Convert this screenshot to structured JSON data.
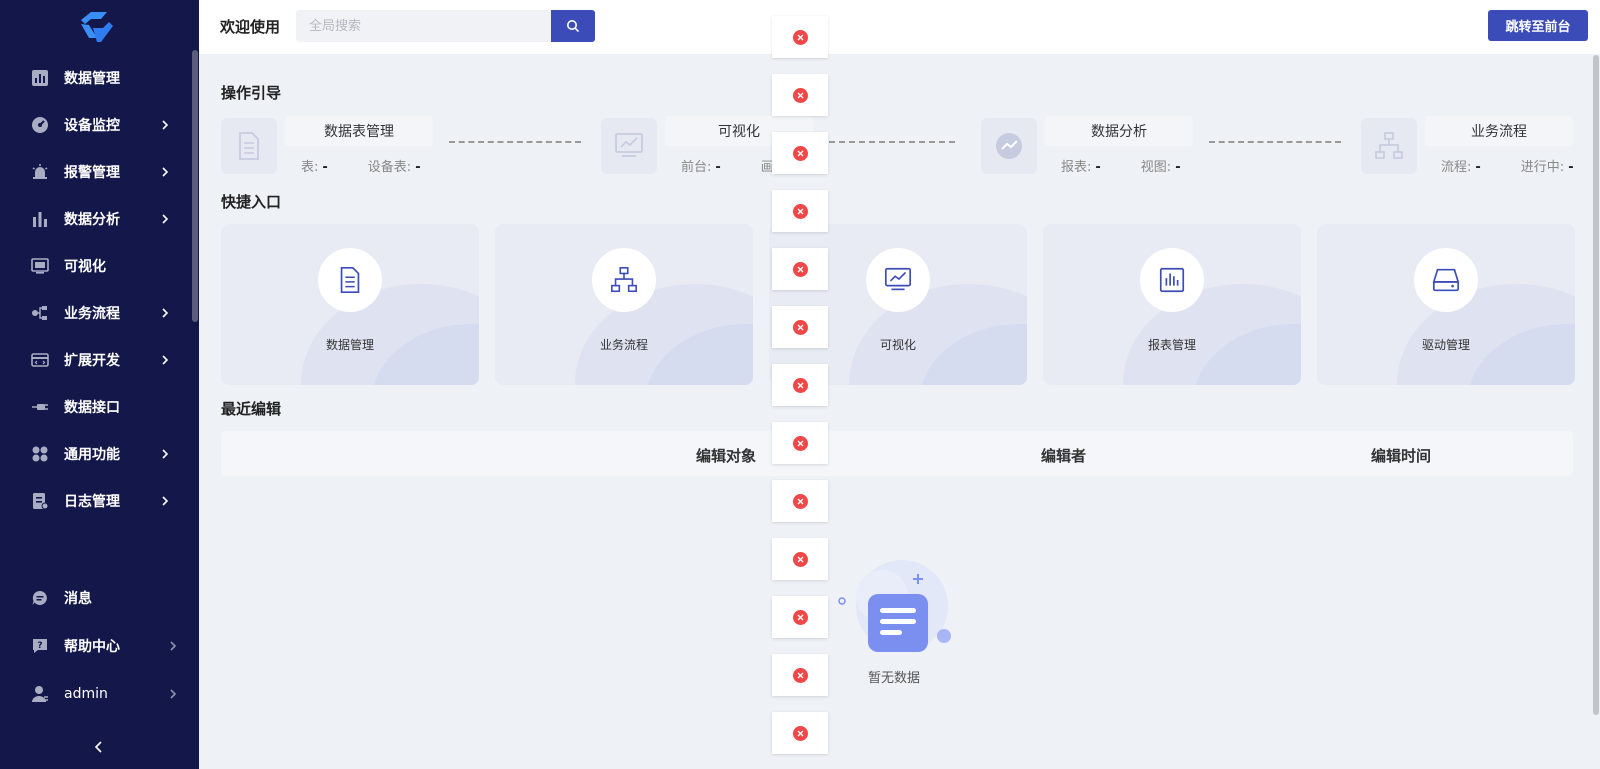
{
  "sidebar": {
    "items": [
      {
        "label": "数据管理",
        "icon": "bar-chart-box-icon",
        "has_arrow": false
      },
      {
        "label": "设备监控",
        "icon": "gauge-icon",
        "has_arrow": true
      },
      {
        "label": "报警管理",
        "icon": "alarm-light-icon",
        "has_arrow": true
      },
      {
        "label": "数据分析",
        "icon": "bar-chart-icon",
        "has_arrow": true
      },
      {
        "label": "可视化",
        "icon": "monitor-icon",
        "has_arrow": false
      },
      {
        "label": "业务流程",
        "icon": "flow-icon",
        "has_arrow": true
      },
      {
        "label": "扩展开发",
        "icon": "code-card-icon",
        "has_arrow": true
      },
      {
        "label": "数据接口",
        "icon": "plug-icon",
        "has_arrow": false
      },
      {
        "label": "通用功能",
        "icon": "apps-grid-icon",
        "has_arrow": true
      },
      {
        "label": "日志管理",
        "icon": "log-icon",
        "has_arrow": true
      }
    ],
    "bottom_items": [
      {
        "label": "消息",
        "icon": "message-icon",
        "has_arrow": false
      },
      {
        "label": "帮助中心",
        "icon": "help-icon",
        "has_arrow": true
      },
      {
        "label": "admin",
        "icon": "user-icon",
        "has_arrow": true
      }
    ]
  },
  "header": {
    "welcome": "欢迎使用",
    "search_placeholder": "全局搜索",
    "jump_button": "跳转至前台"
  },
  "guide": {
    "title": "操作引导",
    "steps": [
      {
        "name": "数据表管理",
        "icon": "document-icon",
        "stats": [
          {
            "label": "表:",
            "value": "-"
          },
          {
            "label": "设备表:",
            "value": "-"
          }
        ]
      },
      {
        "name": "可视化",
        "icon": "monitor-chart-icon",
        "stats": [
          {
            "label": "前台:",
            "value": "-"
          },
          {
            "label": "画",
            "value": ""
          }
        ]
      },
      {
        "name": "数据分析",
        "icon": "trend-circle-icon",
        "stats": [
          {
            "label": "报表:",
            "value": "-"
          },
          {
            "label": "视图:",
            "value": "-"
          }
        ]
      },
      {
        "name": "业务流程",
        "icon": "org-chart-icon",
        "stats": [
          {
            "label": "流程:",
            "value": "-"
          },
          {
            "label": "进行中:",
            "value": "-"
          }
        ]
      }
    ]
  },
  "quick": {
    "title": "快捷入口",
    "cards": [
      {
        "label": "数据管理",
        "icon": "document-icon"
      },
      {
        "label": "业务流程",
        "icon": "org-chart-icon"
      },
      {
        "label": "可视化",
        "icon": "monitor-chart-icon"
      },
      {
        "label": "报表管理",
        "icon": "bar-report-icon"
      },
      {
        "label": "驱动管理",
        "icon": "drive-icon"
      }
    ]
  },
  "recent": {
    "title": "最近编辑",
    "columns": [
      "编辑对象",
      "编辑者",
      "编辑时间"
    ],
    "empty_text": "暂无数据"
  },
  "toasts": {
    "count": 13,
    "icon": "error-circle-icon"
  },
  "colors": {
    "sidebar_bg": "#13174a",
    "primary": "#3b4bb8",
    "error": "#f04848"
  }
}
